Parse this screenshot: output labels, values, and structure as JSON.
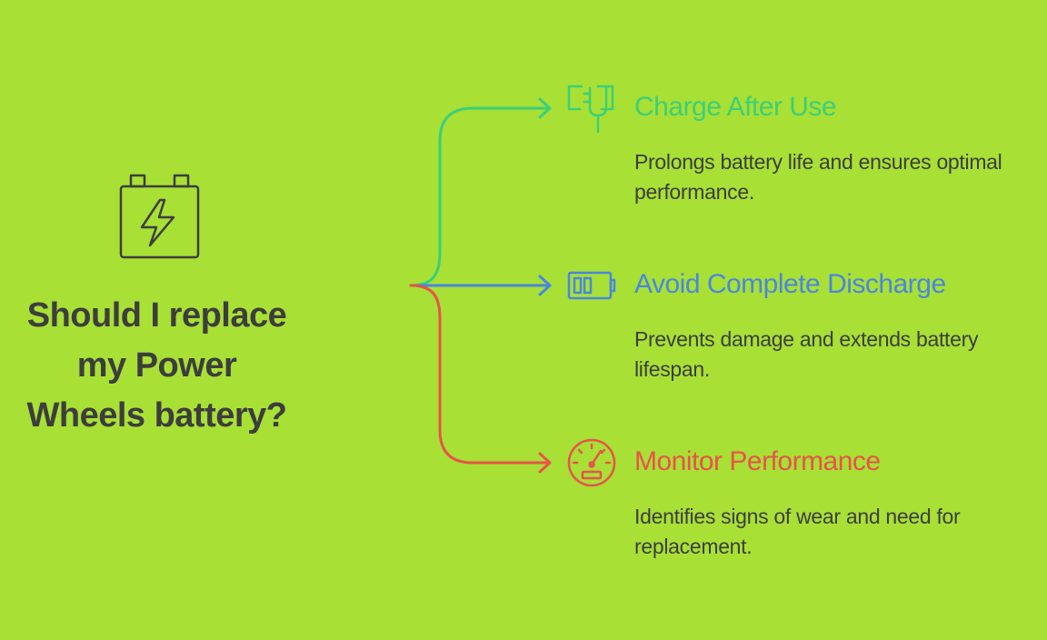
{
  "question": "Should I replace my Power Wheels battery?",
  "colors": {
    "background": "#a8e035",
    "text": "#3d3d3d",
    "stem": "#8e8e8e",
    "charge": "#3ccf78",
    "discharge": "#4a86e0",
    "monitor": "#e8534a"
  },
  "branches": [
    {
      "id": "charge",
      "icon": "plug-icon",
      "title": "Charge After Use",
      "description": "Prolongs battery life and ensures optimal performance.",
      "color": "#3ccf78"
    },
    {
      "id": "discharge",
      "icon": "battery-low-icon",
      "title": "Avoid Complete Discharge",
      "description": "Prevents damage and extends battery lifespan.",
      "color": "#4a86e0"
    },
    {
      "id": "monitor",
      "icon": "speedometer-icon",
      "title": "Monitor Performance",
      "description": "Identifies signs of wear and need for replacement.",
      "color": "#e8534a"
    }
  ]
}
